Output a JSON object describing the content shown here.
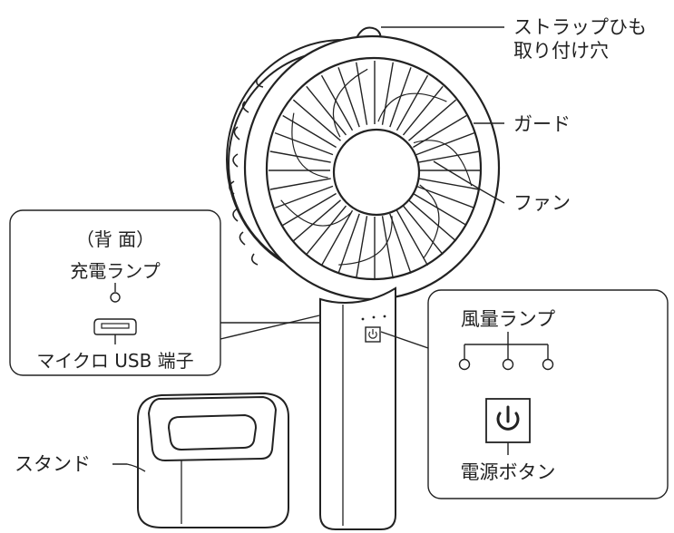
{
  "labels": {
    "strap_hole_line1": "ストラップひも",
    "strap_hole_line2": "取り付け穴",
    "guard": "ガード",
    "fan": "ファン",
    "back_view": "（背 面）",
    "charge_lamp": "充電ランプ",
    "usb_port": "マイクロ USB 端子",
    "airflow_lamp": "風量ランプ",
    "power_button": "電源ボタン",
    "stand": "スタンド"
  },
  "colors": {
    "line": "#222222",
    "background": "#ffffff"
  },
  "icons": {
    "power": "power-icon"
  }
}
